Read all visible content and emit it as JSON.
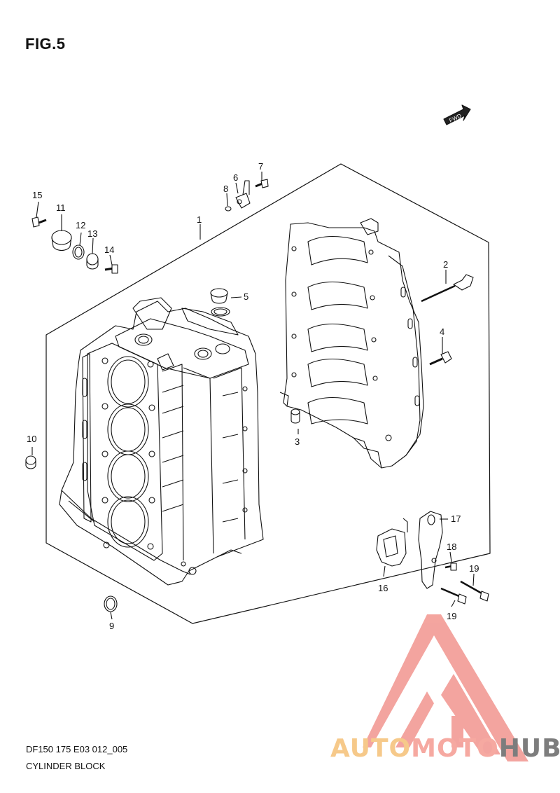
{
  "figure": {
    "title": "FIG.5"
  },
  "fwd_badge": {
    "label": "FWD"
  },
  "callouts": [
    "1",
    "2",
    "3",
    "4",
    "5",
    "6",
    "7",
    "8",
    "9",
    "10",
    "11",
    "12",
    "13",
    "14",
    "15",
    "16",
    "17",
    "18",
    "19",
    "19"
  ],
  "footer": {
    "code": "DF150 175 E03 012_005",
    "name": "CYLINDER BLOCK"
  },
  "watermark": {
    "part1": "AUTO",
    "part2": "MOTO",
    "part3": "HUB",
    "colors": {
      "auto": "#f6c98a",
      "moto": "#f6a9a1",
      "hub": "#7d7d7d",
      "triangle": "#f08080"
    }
  }
}
